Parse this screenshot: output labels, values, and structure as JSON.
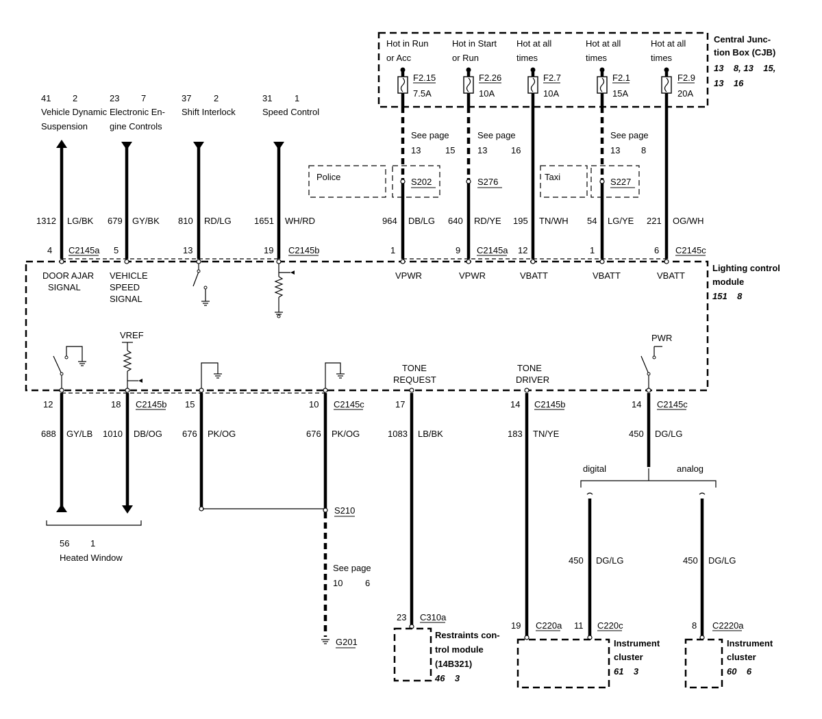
{
  "cjb": {
    "title_line1": "Central Junc-",
    "title_line2": "tion Box (CJB)",
    "ref_line1": "13    8, 13    15,",
    "ref_line2": "13    16",
    "fuses": [
      {
        "hot1": "Hot in Run",
        "hot2": "or Acc",
        "id": "F2.15",
        "rating": "7.5A"
      },
      {
        "hot1": "Hot in Start",
        "hot2": "or Run",
        "id": "F2.26",
        "rating": "10A"
      },
      {
        "hot1": "Hot at all",
        "hot2": "times",
        "id": "F2.7",
        "rating": "10A"
      },
      {
        "hot1": "Hot at all",
        "hot2": "times",
        "id": "F2.1",
        "rating": "15A"
      },
      {
        "hot1": "Hot at all",
        "hot2": "times",
        "id": "F2.9",
        "rating": "20A"
      }
    ]
  },
  "see_pages_top": [
    {
      "label": "See page",
      "ref1": "13",
      "ref2": "15"
    },
    {
      "label": "See page",
      "ref1": "13",
      "ref2": "16"
    },
    {
      "label": "See page",
      "ref1": "13",
      "ref2": "8"
    }
  ],
  "options": {
    "police": "Police",
    "taxi": "Taxi"
  },
  "splices_top": [
    "S202",
    "S276",
    "S227"
  ],
  "top_left_dest": [
    {
      "n1": "41",
      "n2": "2",
      "line1": "Vehicle Dynamic",
      "line2": "Suspension"
    },
    {
      "n1": "23",
      "n2": "7",
      "line1": "Electronic En-",
      "line2": "gine Controls"
    },
    {
      "n1": "37",
      "n2": "2",
      "line1": "Shift Interlock",
      "line2": ""
    },
    {
      "n1": "31",
      "n2": "1",
      "line1": "Speed Control",
      "line2": ""
    }
  ],
  "top_wires": [
    {
      "circuit": "1312",
      "color": "LG/BK",
      "pin": "4"
    },
    {
      "circuit": "679",
      "color": "GY/BK",
      "pin": "5"
    },
    {
      "circuit": "810",
      "color": "RD/LG",
      "pin": "13"
    },
    {
      "circuit": "1651",
      "color": "WH/RD",
      "pin": "19"
    },
    {
      "circuit": "964",
      "color": "DB/LG",
      "pin": "1"
    },
    {
      "circuit": "640",
      "color": "RD/YE",
      "pin": "9"
    },
    {
      "circuit": "195",
      "color": "TN/WH",
      "pin": "12"
    },
    {
      "circuit": "54",
      "color": "LG/YE",
      "pin": "1"
    },
    {
      "circuit": "221",
      "color": "OG/WH",
      "pin": "6"
    }
  ],
  "top_connectors": [
    "C2145a",
    "C2145b",
    "C2145a",
    "C2145c"
  ],
  "module": {
    "title_line1": "Lighting control",
    "title_line2": "module",
    "ref": "151    8",
    "door_ajar_1": "DOOR AJAR",
    "door_ajar_2": "SIGNAL",
    "vss_1": "VEHICLE",
    "vss_2": "SPEED",
    "vss_3": "SIGNAL",
    "power_labels": [
      "VPWR",
      "VPWR",
      "VBATT",
      "VBATT",
      "VBATT"
    ],
    "vref": "VREF",
    "pwr": "PWR",
    "tone_request_1": "TONE",
    "tone_request_2": "REQUEST",
    "tone_driver_1": "TONE",
    "tone_driver_2": "DRIVER"
  },
  "bottom_wires": [
    {
      "pin": "12",
      "circuit": "688",
      "color": "GY/LB"
    },
    {
      "pin": "18",
      "circuit": "1010",
      "color": "DB/OG"
    },
    {
      "pin": "15",
      "circuit": "676",
      "color": "PK/OG"
    },
    {
      "pin": "10",
      "circuit": "676",
      "color": "PK/OG"
    },
    {
      "pin": "17",
      "circuit": "1083",
      "color": "LB/BK"
    },
    {
      "pin": "14",
      "circuit": "183",
      "color": "TN/YE"
    },
    {
      "pin": "14",
      "circuit": "450",
      "color": "DG/LG"
    }
  ],
  "bottom_connectors": [
    "C2145b",
    "C2145c",
    "C2145b",
    "C2145c"
  ],
  "heated_window": {
    "n1": "56",
    "n2": "1",
    "label": "Heated Window"
  },
  "s210": "S210",
  "see_page_bottom": {
    "label": "See page",
    "ref1": "10",
    "ref2": "6"
  },
  "ground": "G201",
  "digital": "digital",
  "analog": "analog",
  "cluster_wires": [
    {
      "circuit": "450",
      "color": "DG/LG"
    },
    {
      "circuit": "450",
      "color": "DG/LG"
    }
  ],
  "restraints": {
    "pin": "23",
    "connector": "C310a",
    "line1": "Restraints con-",
    "line2": "trol module",
    "line3": "(14B321)",
    "ref": "46    3"
  },
  "cluster_digital": {
    "pin1": "19",
    "conn1": "C220a",
    "pin2": "11",
    "conn2": "C220c",
    "line1": "Instrument",
    "line2": "cluster",
    "ref": "61    3"
  },
  "cluster_analog": {
    "pin": "8",
    "conn": "C2220a",
    "line1": "Instrument",
    "line2": "cluster",
    "ref": "60    6"
  }
}
